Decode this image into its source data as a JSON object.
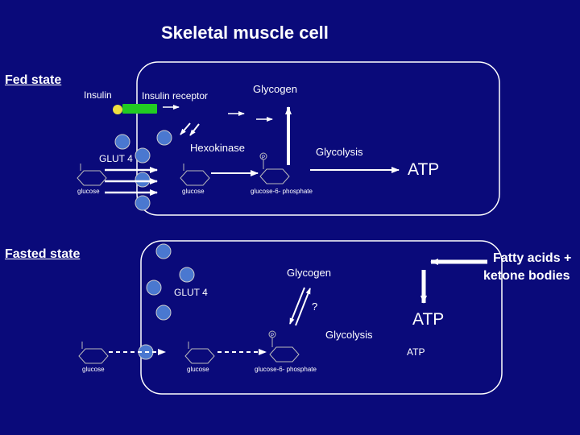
{
  "title": "Skeletal muscle cell",
  "fed": {
    "label": "Fed state",
    "insulin": "Insulin",
    "insulin_receptor": "Insulin receptor",
    "glycogen": "Glycogen",
    "hexokinase": "Hexokinase",
    "glycolysis": "Glycolysis",
    "glut4": "GLUT 4",
    "atp": "ATP",
    "glucose_out": "glucose",
    "glucose_in": "glucose",
    "g6p": "glucose-6- phosphate",
    "phosphate": "P"
  },
  "fasted": {
    "label": "Fasted state",
    "glycogen": "Glycogen",
    "glut4": "GLUT 4",
    "question": "?",
    "glycolysis": "Glycolysis",
    "atp_big": "ATP",
    "atp_small": "ATP",
    "fatty_acids": "Fatty acids +",
    "ketone_bodies": "ketone bodies",
    "glucose_out": "glucose",
    "glucose_in": "glucose",
    "g6p": "glucose-6- phosphate",
    "phosphate": "P"
  },
  "colors": {
    "background": "#0a0a7a",
    "foreground": "#ffffff",
    "glut4": "#4a78d0",
    "receptor": "#22cc22",
    "insulin": "#f0e040",
    "glucose_ring": "#bbbbbb"
  }
}
